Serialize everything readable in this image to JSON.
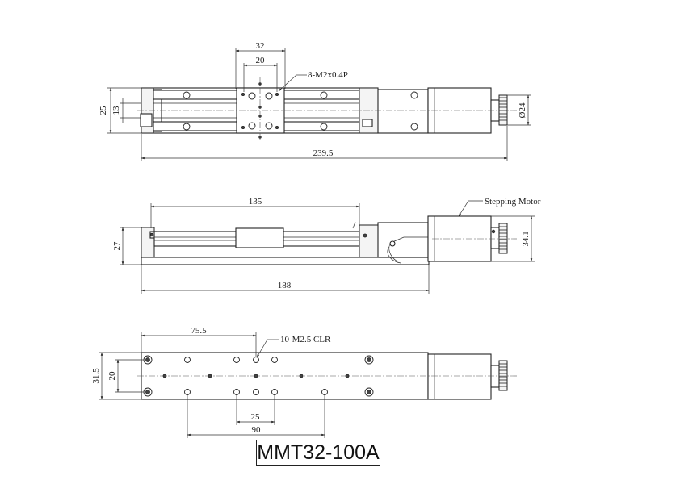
{
  "top_view": {
    "dim_32": "32",
    "dim_20": "20",
    "thread_label": "8-M2x0.4P",
    "dim_25": "25",
    "dim_13": "13",
    "dim_diameter": "Ø24",
    "dim_239_5": "239.5"
  },
  "side_view": {
    "dim_135": "135",
    "motor_label": "Stepping Motor",
    "dim_27": "27",
    "dim_34_1": "34.1",
    "dim_188": "188"
  },
  "bottom_view": {
    "dim_75_5": "75.5",
    "hole_label": "10-M2.5 CLR",
    "dim_31_5": "31.5",
    "dim_20": "20",
    "dim_25": "25",
    "dim_90": "90"
  },
  "model": "MMT32-100A"
}
